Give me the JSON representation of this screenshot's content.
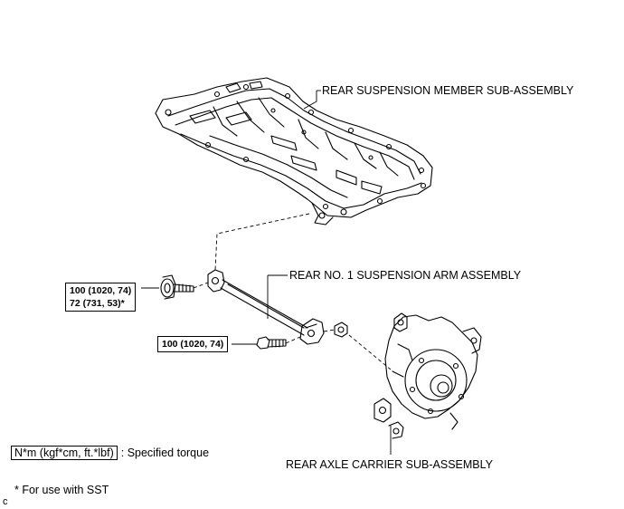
{
  "labels": {
    "member": "REAR SUSPENSION MEMBER SUB-ASSEMBLY",
    "arm": "REAR NO. 1 SUSPENSION ARM ASSEMBLY",
    "carrier": "REAR AXLE CARRIER SUB-ASSEMBLY"
  },
  "torque": {
    "front_bolt_line1": "100 (1020, 74)",
    "front_bolt_line2": "72 (731, 53)*",
    "rear_bolt": "100 (1020, 74)"
  },
  "legend": {
    "unit": "N*m (kgf*cm, ft.*lbf)",
    "description": ": Specified torque",
    "sst_note": "* For use with SST"
  },
  "corner_mark": "c"
}
